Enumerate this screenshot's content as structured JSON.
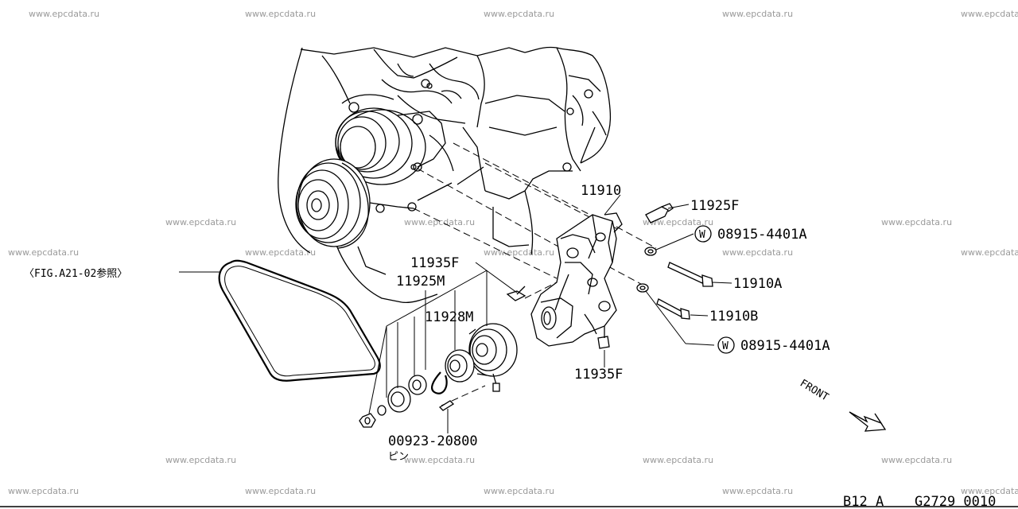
{
  "watermark": "www.epcdata.ru",
  "labels": {
    "l11910": "11910",
    "l11925F": "11925F",
    "l08915_top": "08915-4401A",
    "l11935F_left": "11935F",
    "l11925M": "11925M",
    "l11928M": "11928M",
    "l11910A": "11910A",
    "l11910B": "11910B",
    "l08915_bottom": "08915-4401A",
    "l11935F_bottom": "11935F",
    "l00923": "00923-20800",
    "pin_note": "ピン",
    "fig_ref": "〈FIG.A21-02参照〉",
    "front": "FRONT"
  },
  "washer_symbol": "W",
  "footer": {
    "model": "B12 A",
    "code": "G2729 0010"
  }
}
